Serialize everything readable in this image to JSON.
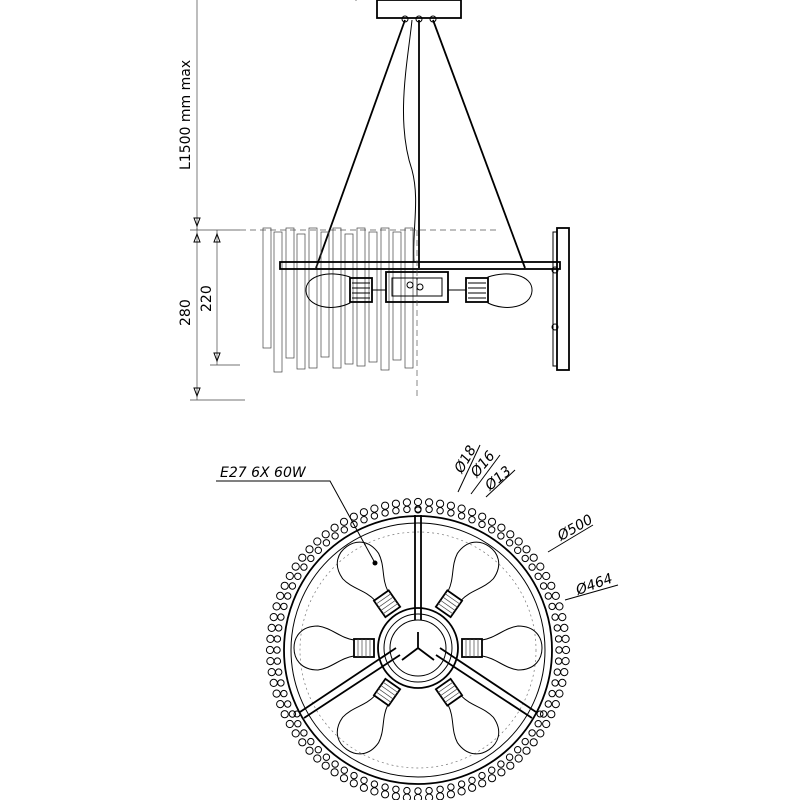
{
  "side_view": {
    "cable_length_label": "L1500 mm max",
    "height_total_label": "280",
    "height_body_label": "220"
  },
  "top_view": {
    "bulb_spec_label": "E27 6X 60W",
    "diameters": {
      "d18": "Ø18",
      "d16": "Ø16",
      "d13": "Ø13",
      "d500": "Ø500",
      "d464": "Ø464"
    }
  },
  "colors": {
    "line": "#000000"
  }
}
